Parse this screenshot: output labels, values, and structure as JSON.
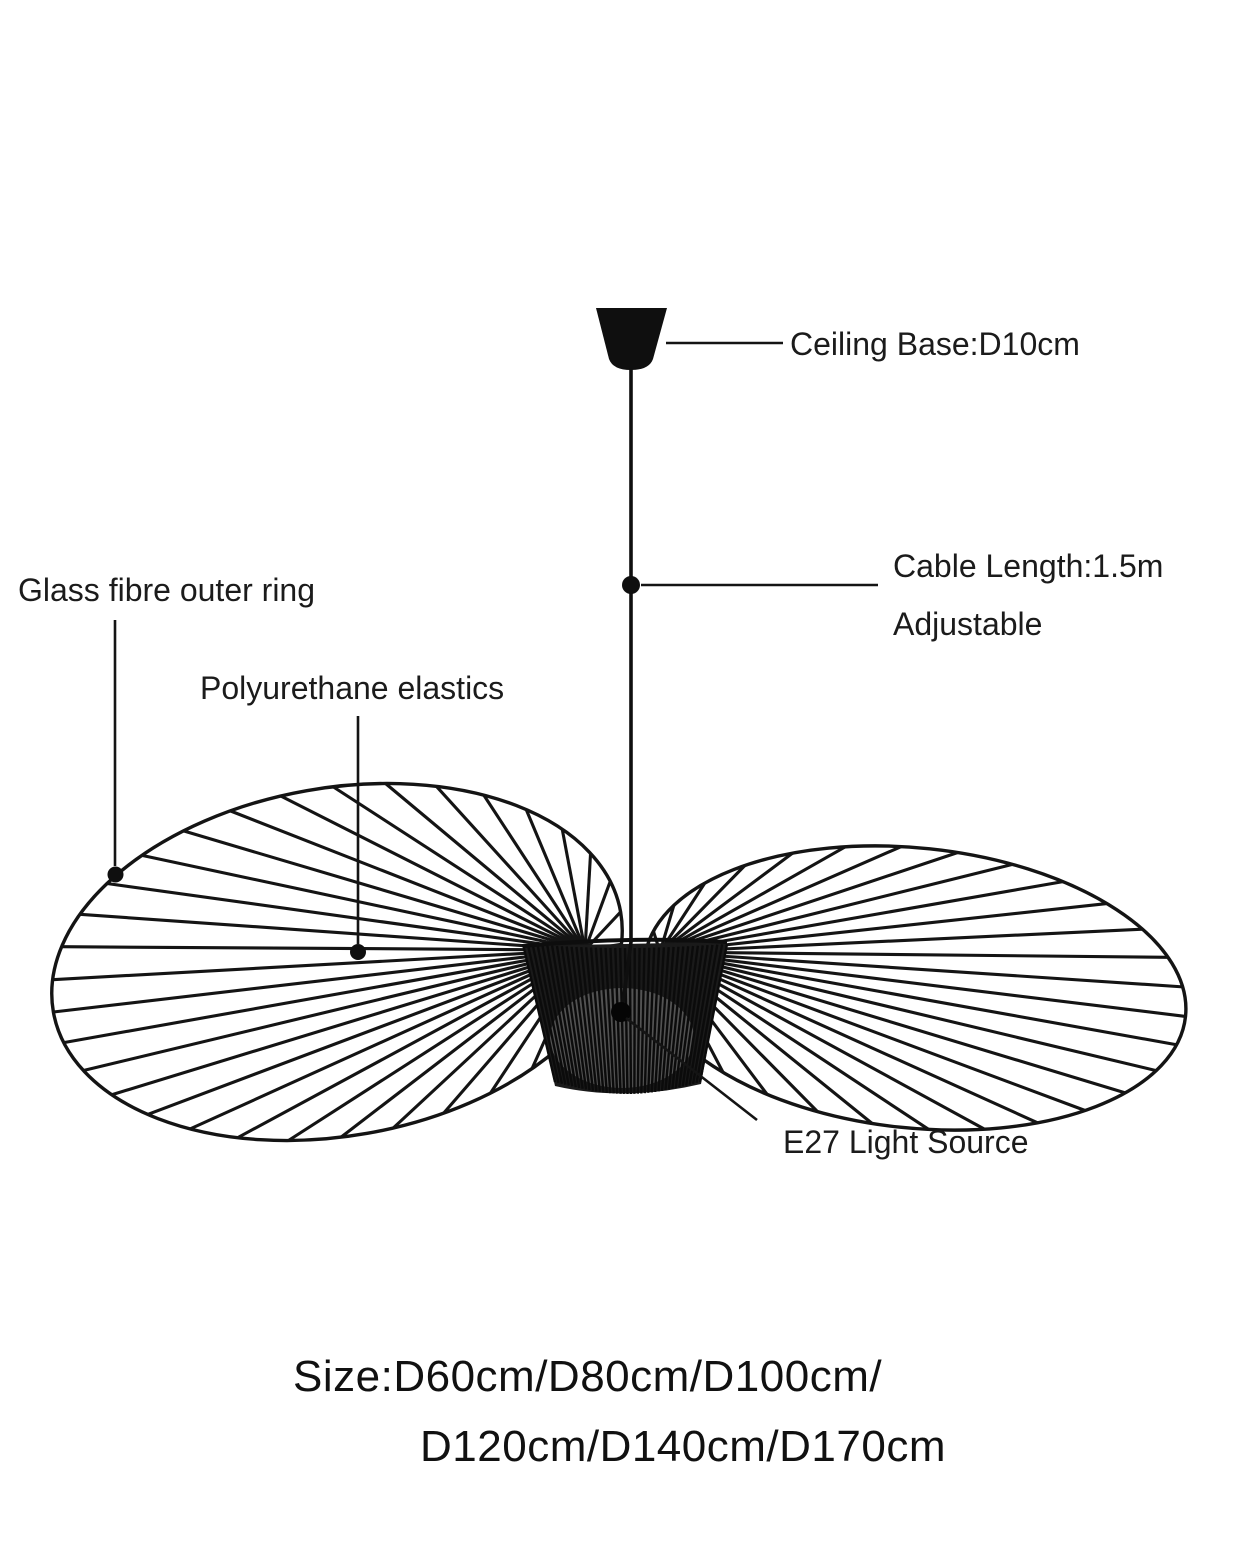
{
  "diagram": {
    "labels": {
      "ceiling_base": "Ceiling Base:D10cm",
      "cable_length": "Cable Length:1.5m",
      "cable_adjustable": "Adjustable",
      "outer_ring": "Glass fibre outer ring",
      "elastics": "Polyurethane elastics",
      "light_source": "E27 Light Source"
    },
    "size_text": {
      "line1": "Size:D60cm/D80cm/D100cm/",
      "line2": "D120cm/D140cm/D170cm"
    },
    "colors": {
      "ink": "#141414",
      "background": "#ffffff"
    }
  }
}
